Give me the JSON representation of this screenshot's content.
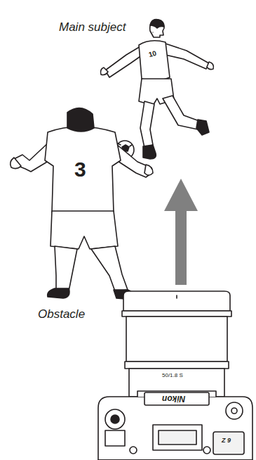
{
  "diagram": {
    "labels": [
      "Main subject",
      "10",
      "3",
      "Obstacle",
      "50/1.8 S",
      "Nikon",
      "Z 9"
    ]
  }
}
